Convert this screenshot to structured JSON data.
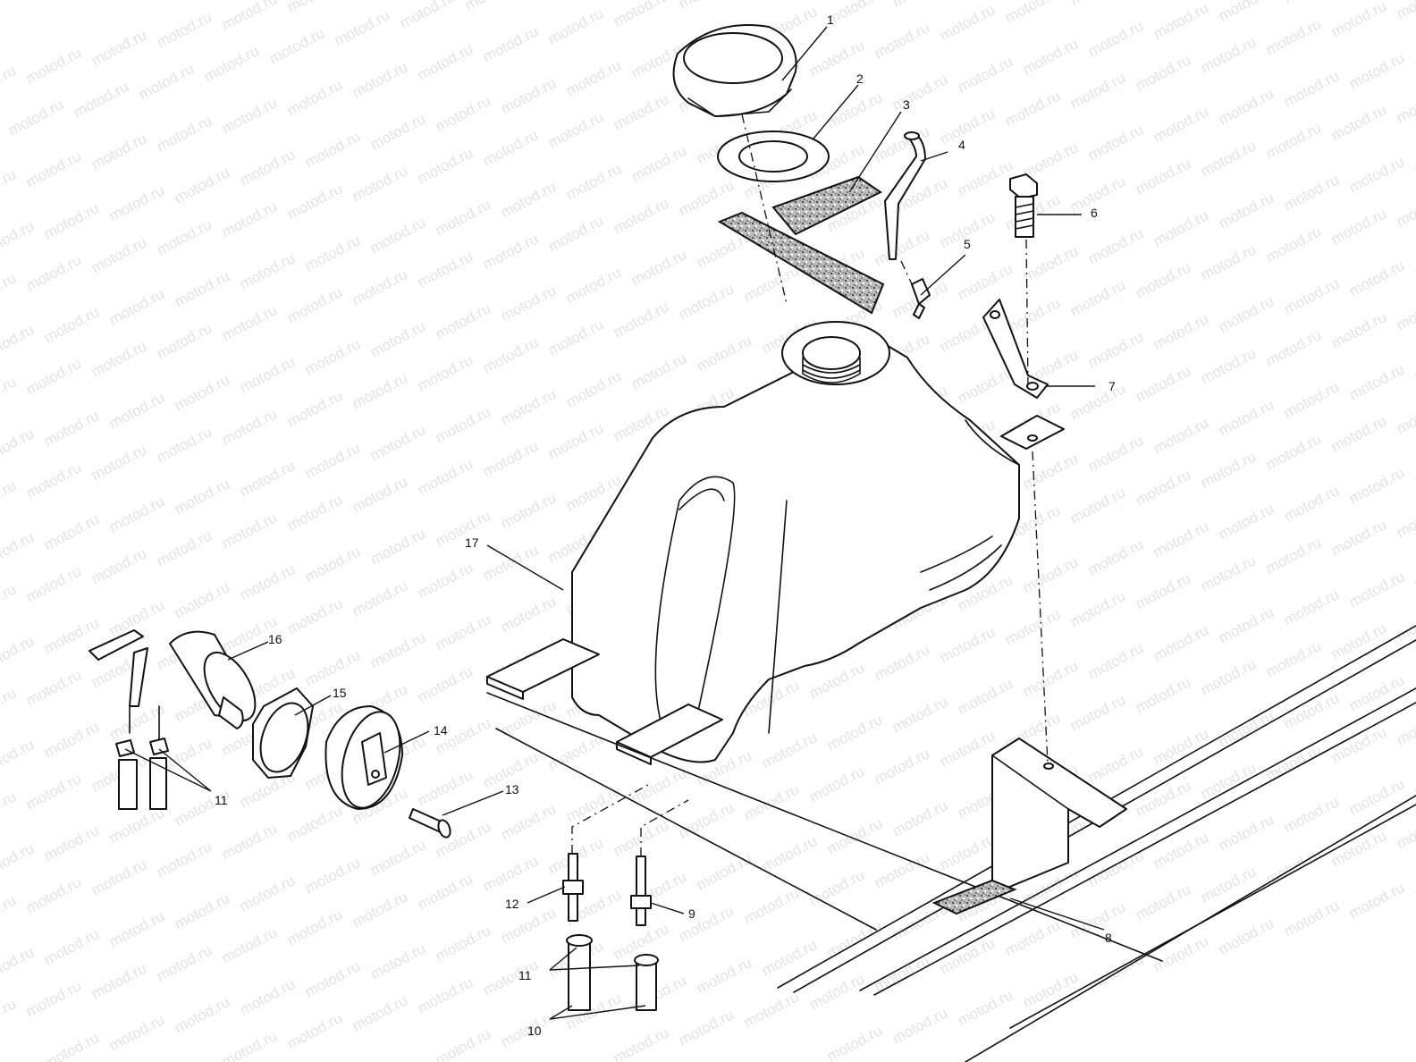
{
  "watermark": {
    "text": "motod.ru"
  },
  "colors": {
    "line": "#111111",
    "background": "#ffffff",
    "watermark": "#e3e3e3"
  },
  "callouts": {
    "c1": "1",
    "c2": "2",
    "c3": "3",
    "c4": "4",
    "c5": "5",
    "c6": "6",
    "c7": "7",
    "c8": "8",
    "c9": "9",
    "c10": "10",
    "c11a": "11",
    "c11b": "11",
    "c12": "12",
    "c13": "13",
    "c14": "14",
    "c15": "15",
    "c16": "16",
    "c17": "17"
  }
}
